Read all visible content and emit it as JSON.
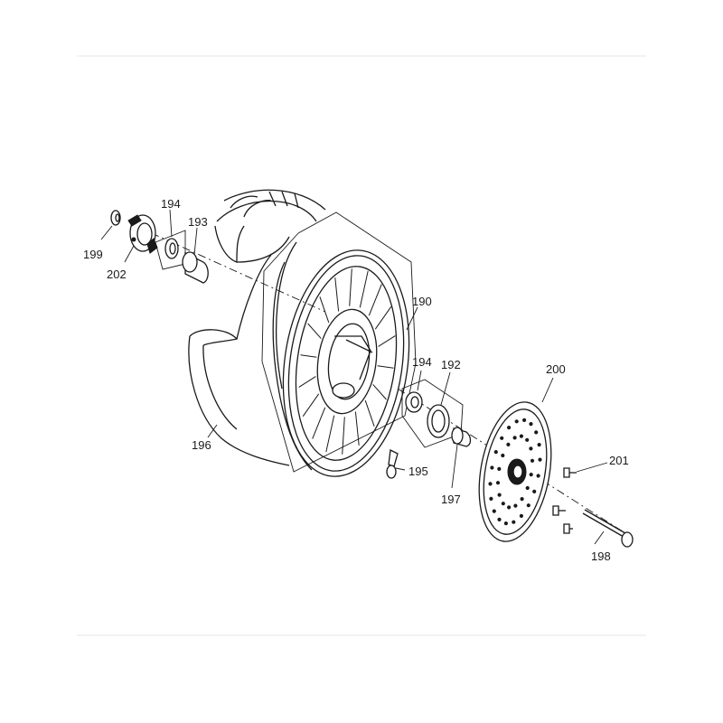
{
  "callouts": {
    "c199": "199",
    "c202": "202",
    "c194_top": "194",
    "c193": "193",
    "c190": "190",
    "c194_mid": "194",
    "c192": "192",
    "c200": "200",
    "c196": "196",
    "c195": "195",
    "c197": "197",
    "c201": "201",
    "c198": "198"
  },
  "colors": {
    "line": "#1a1a1a",
    "background": "#ffffff"
  }
}
